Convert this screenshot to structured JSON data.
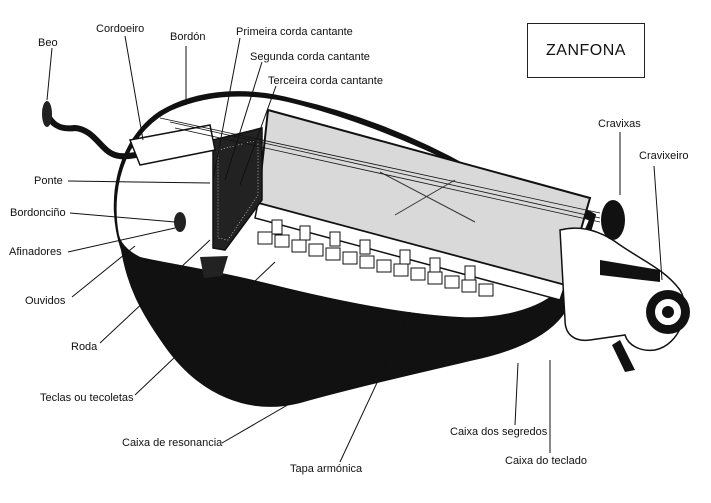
{
  "title": "ZANFONA",
  "labels": {
    "beo": "Beo",
    "cordoeiro": "Cordoeiro",
    "bordon": "Bordón",
    "primeira": "Primeira corda cantante",
    "segunda": "Segunda corda cantante",
    "terceira": "Terceira corda cantante",
    "ponte": "Ponte",
    "bordoncino": "Bordonciño",
    "afinadores": "Afinadores",
    "ouvidos": "Ouvidos",
    "roda": "Roda",
    "teclas": "Teclas ou tecoletas",
    "caixa_resonancia": "Caixa de resonancia",
    "tapa": "Tapa armónica",
    "caixa_segredos": "Caixa dos segredos",
    "caixa_teclado": "Caixa do teclado",
    "cravixas": "Cravixas",
    "cravixeiro": "Cravixeiro"
  },
  "colors": {
    "ink": "#111111",
    "keybox": "#d9d9d9",
    "paper": "#ffffff"
  }
}
